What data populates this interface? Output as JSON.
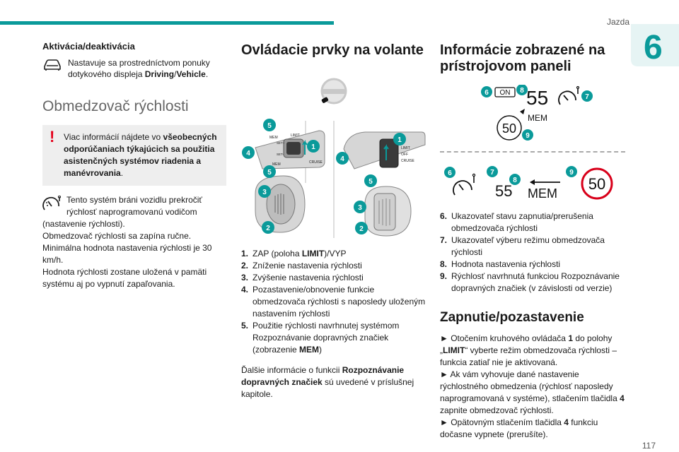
{
  "header": {
    "section": "Jazda",
    "chapter": "6",
    "page": "117"
  },
  "col1": {
    "heading": "Aktivácia/deaktivácia",
    "note_pre": "Nastavuje sa prostredníctvom ponuky dotykového displeja ",
    "note_bold": "Driving",
    "note_sep": "/",
    "note_bold2": "Vehicle",
    "note_end": ".",
    "section_title": "Obmedzovač rýchlosti",
    "warning_pre": "Viac informácií nájdete vo ",
    "warning_bold": "všeobecných odporúčaniach týkajúcich sa použitia asistenčných systémov riadenia a manévrovania",
    "warning_end": ".",
    "para1_a": "Tento systém bráni vozidlu prekročiť",
    "para1_b": "rýchlosť naprogramovanú vodičom",
    "para1_c": "(nastavenie rýchlosti).",
    "para2": "Obmedzovač rýchlosti sa zapína ručne.",
    "para3": "Minimálna hodnota nastavenia rýchlosti je 30 km/h.",
    "para4": "Hodnota rýchlosti zostane uložená v pamäti systému aj po vypnutí zapaľovania."
  },
  "col2": {
    "title": "Ovládacie prvky na volante",
    "stalk_labels": {
      "limit": "LIMIT",
      "off": "OFF",
      "cruise": "CRUISE",
      "mem": "MEM",
      "set_plus": "SET+",
      "set_minus": "SET-"
    },
    "callouts": [
      "5",
      "1",
      "4",
      "5",
      "3",
      "2",
      "1",
      "4",
      "5",
      "3",
      "2"
    ],
    "items": [
      {
        "n": "1.",
        "pre": "ZAP (poloha ",
        "bold": "LIMIT",
        "post": ")/VYP"
      },
      {
        "n": "2.",
        "pre": "Zníženie nastavenia rýchlosti",
        "bold": "",
        "post": ""
      },
      {
        "n": "3.",
        "pre": "Zvýšenie nastavenia rýchlosti",
        "bold": "",
        "post": ""
      },
      {
        "n": "4.",
        "pre": "Pozastavenie/obnovenie funkcie obmedzovača rýchlosti s naposledy uloženým nastavením rýchlosti",
        "bold": "",
        "post": ""
      },
      {
        "n": "5.",
        "pre": "Použitie rýchlosti navrhnutej systémom Rozpoznávanie dopravných značiek (zobrazenie ",
        "bold": "MEM",
        "post": ")"
      }
    ],
    "footer_pre": "Ďalšie informácie o funkcii ",
    "footer_bold": "Rozpoznávanie dopravných značiek",
    "footer_post": " sú uvedené v príslušnej kapitole."
  },
  "col3": {
    "title": "Informácie zobrazené na prístrojovom paneli",
    "display1": {
      "on": "ON",
      "set": "55",
      "mem": "MEM",
      "sign": "50",
      "callouts": [
        "6",
        "8",
        "7",
        "9"
      ]
    },
    "display2": {
      "set": "55",
      "mem": "MEM",
      "sign": "50",
      "callouts": [
        "6",
        "7",
        "8",
        "9"
      ]
    },
    "items": [
      {
        "n": "6.",
        "text": "Ukazovateľ stavu zapnutia/prerušenia obmedzovača rýchlosti"
      },
      {
        "n": "7.",
        "text": "Ukazovateľ výberu režimu obmedzovača rýchlosti"
      },
      {
        "n": "8.",
        "text": "Hodnota nastavenia rýchlosti"
      },
      {
        "n": "9.",
        "text": "Rýchlosť navrhnutá funkciou Rozpoznávanie dopravných značiek (v závislosti od verzie)"
      }
    ],
    "subtitle": "Zapnutie/pozastavenie",
    "step1_a": "► Otočením kruhového ovládača ",
    "step1_b": "1",
    "step1_c": " do polohy „",
    "step1_d": "LIMIT",
    "step1_e": "“ vyberte režim obmedzovača rýchlosti – funkcia zatiaľ nie je aktivovaná.",
    "step2_a": "► Ak vám vyhovuje dané nastavenie rýchlostného obmedzenia (rýchlosť naposledy naprogramovaná v systéme), stlačením tlačidla ",
    "step2_b": "4",
    "step2_c": " zapnite obmedzovač rýchlosti.",
    "step3_a": "► Opätovným stlačením tlačidla ",
    "step3_b": "4",
    "step3_c": " funkciu dočasne vypnete (prerušíte)."
  },
  "colors": {
    "accent": "#0a9a9a",
    "warning": "#e4001b",
    "sign_ring": "#d8001a"
  }
}
